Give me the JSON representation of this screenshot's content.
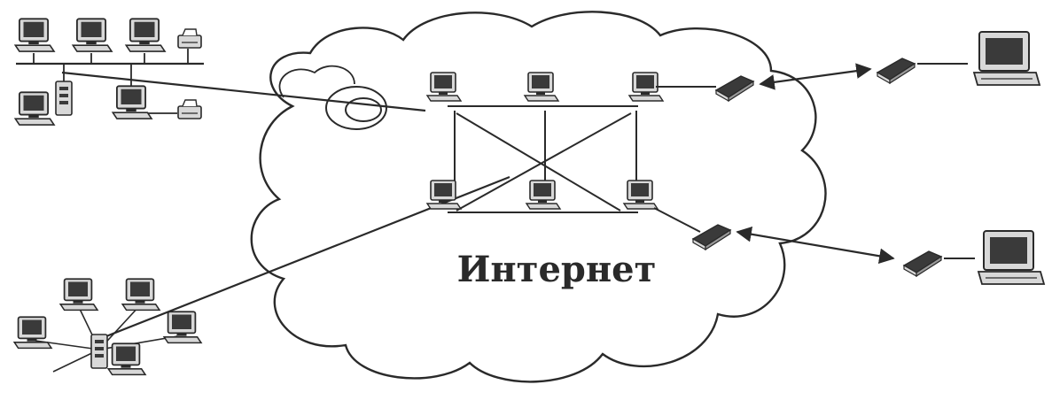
{
  "diagram": {
    "cloud_label": "Интернет",
    "colors": {
      "ink": "#2a2a2a",
      "screen": "#3a3a3a",
      "body": "#d8d8d8",
      "background": "#ffffff"
    },
    "nodes": {
      "lan_left_top": [
        "workstation",
        "workstation",
        "workstation",
        "printer",
        "server-tower",
        "workstation",
        "workstation",
        "printer"
      ],
      "cloud_routers": [
        "router-computer",
        "router-computer",
        "router-computer",
        "router-computer",
        "router-computer",
        "router-computer"
      ],
      "modems": [
        "modem",
        "modem",
        "modem",
        "modem"
      ],
      "remote_hosts": [
        "remote-computer",
        "remote-computer"
      ],
      "lan_left_bottom": [
        "workstation",
        "workstation",
        "workstation",
        "workstation",
        "hub-server",
        "workstation"
      ]
    }
  }
}
